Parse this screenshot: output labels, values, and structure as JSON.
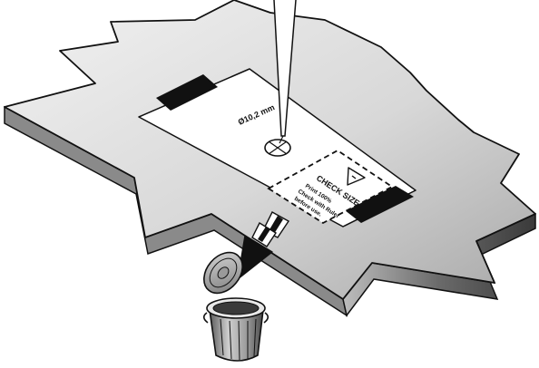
{
  "template": {
    "diameter_label": "Ø10,2 mm",
    "check_size_title": "CHECK SIZE",
    "check_size_lines": [
      "Print 100%",
      "Check with Ruler",
      "before use."
    ]
  },
  "icons": {
    "warning": "warning-triangle-icon",
    "arrow": "down-arrow-icon",
    "trash": "trash-can-icon",
    "needle": "drill-bit-icon"
  },
  "colors": {
    "plate_light": "#e6e6e6",
    "plate_dark": "#7a7a7a",
    "outline": "#111111",
    "paper": "#ffffff",
    "bar": "#111111"
  }
}
